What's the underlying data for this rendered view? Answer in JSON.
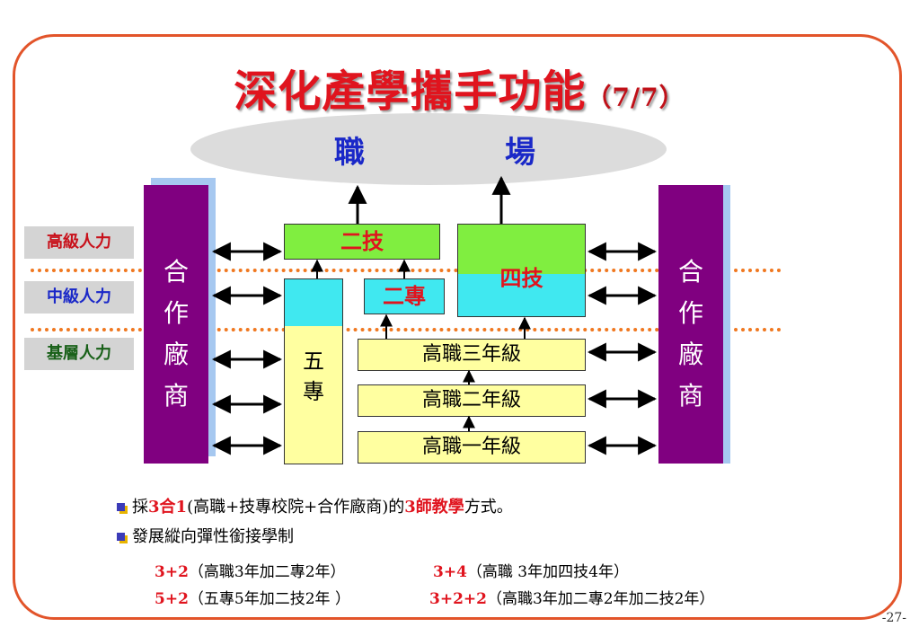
{
  "title": {
    "main": "深化產學攜手功能",
    "sub": "（7/7）"
  },
  "workplace": {
    "left": "職",
    "right": "場"
  },
  "partner": {
    "label_left": [
      "合",
      "作",
      "廠",
      "商"
    ],
    "label_right": [
      "合",
      "作",
      "廠",
      "商"
    ]
  },
  "levels": {
    "high": "高級人力",
    "mid": "中級人力",
    "base": "基層人力"
  },
  "boxes": {
    "erji": "二技",
    "sij": "四技",
    "erzhuan": "二專",
    "wuzhuan": [
      "五",
      "專"
    ],
    "g3": "高職三年級",
    "g2": "高職二年級",
    "g1": "高職一年級"
  },
  "bullets": [
    {
      "a": "採",
      "b": "3合1",
      "c": "(高職+技專校院+合作廠商)的",
      "d": "3師教學",
      "e": "方式。"
    },
    {
      "text": "發展縱向彈性銜接學制"
    }
  ],
  "formulas": {
    "f1_key": "3+2",
    "f1_txt": "（高職3年加二專2年）",
    "f2_key": "3+4",
    "f2_txt": "（高職 3年加四技4年）",
    "f3_key": "5+2",
    "f3_txt": "（五專5年加二技2年 ）",
    "f4_key": "3+2+2",
    "f4_txt": "（高職3年加二專2年加二技2年）"
  },
  "page_number": "-27-",
  "colors": {
    "frame": "#e2542a",
    "title": "#e0141e",
    "partner": "#800080",
    "green": "#80ee40",
    "cyan": "#40e8f0",
    "yellow": "#ffffa0"
  }
}
